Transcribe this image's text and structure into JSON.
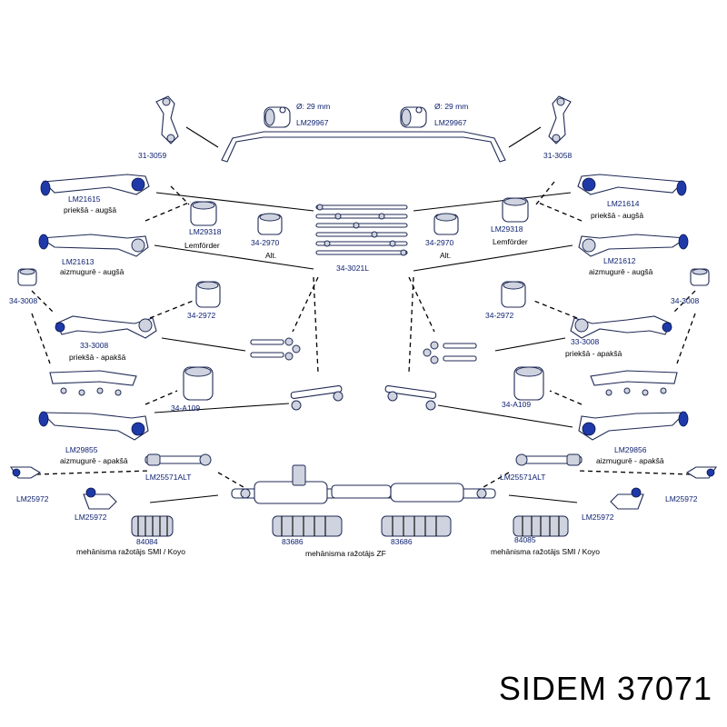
{
  "labels": {
    "sway_link_left": "31-3059",
    "sway_link_right": "31-3058",
    "bush_diam_left": "Ø: 29 mm",
    "bush_diam_right": "Ø: 29 mm",
    "stab_bush_left": "LM29967",
    "stab_bush_right": "LM29967",
    "arm_ul_code": "LM21615",
    "arm_ul_desc": "priekšā - augšā",
    "arm_ur_code": "LM21614",
    "arm_ur_desc": "priekšā - augšā",
    "bush_l1": "LM29318",
    "bush_l1_desc": "Lemförder",
    "bush_r1": "LM29318",
    "bush_r1_desc": "Lemförder",
    "bush_l2": "34-2970",
    "bush_l2_desc": "Alt.",
    "bush_r2": "34-2970",
    "bush_r2_desc": "Alt.",
    "kit_center": "34-3021L",
    "arm_rl_code": "LM21613",
    "arm_rl_desc": "aizmugurē - augšā",
    "arm_rr_code": "LM21612",
    "arm_rr_desc": "aizmugurē - augšā",
    "bush_l3": "34-3008",
    "bush_r3": "34-3008",
    "bush_l4": "34-2972",
    "bush_r4": "34-2972",
    "arm_ll_code": "33-3008",
    "arm_ll_desc": "priekšā - apakšā",
    "arm_lr_code": "33-3008",
    "arm_lr_desc": "priekšā - apakšā",
    "bush_l5": "34-A109",
    "bush_r5": "34-A109",
    "arm_bl_code": "LM29855",
    "arm_bl_desc": "aizmugurē - apakšā",
    "arm_br_code": "LM29856",
    "arm_br_desc": "aizmugurē - apakšā",
    "tie_rod_l": "LM25571ALT",
    "tie_rod_r": "LM25571ALT",
    "tie_end_l1": "LM25972",
    "tie_end_l2": "LM25972",
    "tie_end_r1": "LM25972",
    "tie_end_r2": "LM25972",
    "boot_1": "84084",
    "boot_2": "83686",
    "boot_3": "83686",
    "boot_4": "84085",
    "rack_l_desc": "mehānisma ražotājs SMI / Koyo",
    "rack_c_desc": "mehānisma ražotājs ZF",
    "rack_r_desc": "mehānisma ražotājs SMI / Koyo"
  },
  "brand": {
    "name": "SIDEM",
    "code": "37071"
  },
  "colors": {
    "accent": "#1f3aa8",
    "label": "#0a1e6e"
  }
}
